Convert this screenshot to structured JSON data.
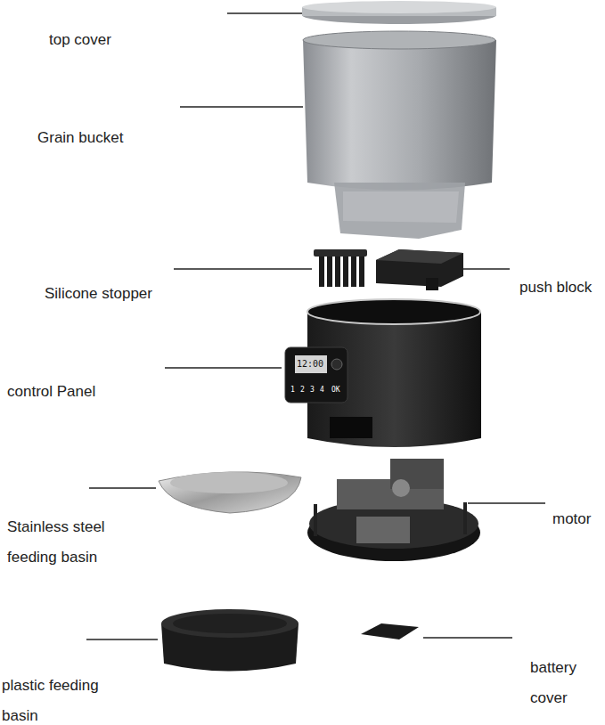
{
  "diagram": {
    "labels": [
      "top cover",
      "Grain bucket",
      "Silicone stopper",
      "push block",
      "control Panel",
      "Stainless steel feeding basin",
      "motor",
      "plastic feeding basin",
      "battery cover",
      "12:00",
      "1",
      "2",
      "3",
      "4",
      "OK"
    ]
  }
}
